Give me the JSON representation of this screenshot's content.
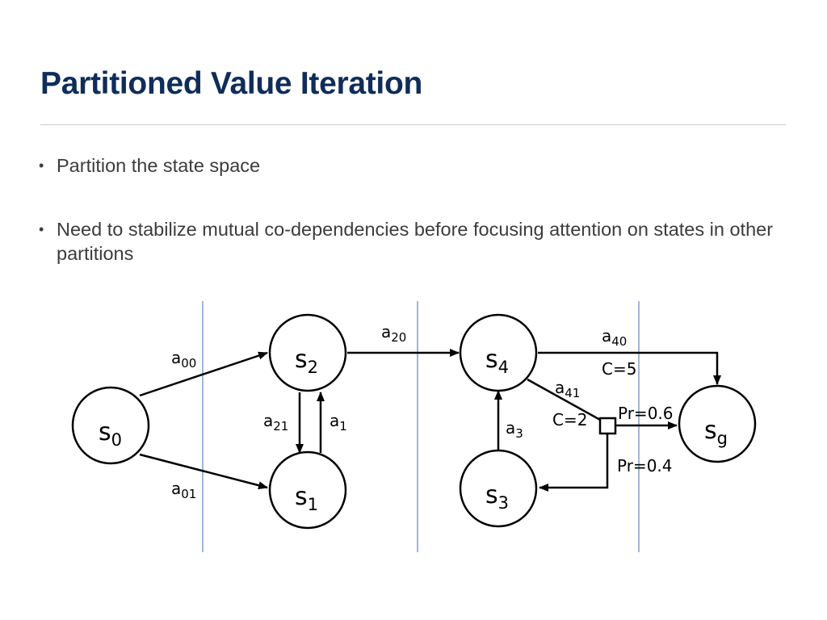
{
  "slide": {
    "title": "Partitioned Value Iteration",
    "bullets": [
      {
        "marker": "•",
        "text": "Partition the state space"
      },
      {
        "marker": "•",
        "text": "Need to stabilize mutual co-dependencies before focusing attention on states in other partitions"
      }
    ]
  },
  "diagram": {
    "nodes": [
      {
        "id": "s0",
        "base": "s",
        "sub": "0"
      },
      {
        "id": "s1",
        "base": "s",
        "sub": "1"
      },
      {
        "id": "s2",
        "base": "s",
        "sub": "2"
      },
      {
        "id": "s3",
        "base": "s",
        "sub": "3"
      },
      {
        "id": "s4",
        "base": "s",
        "sub": "4"
      },
      {
        "id": "sg",
        "base": "s",
        "sub": "g"
      }
    ],
    "edges": [
      {
        "id": "a00",
        "base": "a",
        "sub": "00"
      },
      {
        "id": "a01",
        "base": "a",
        "sub": "01"
      },
      {
        "id": "a21",
        "base": "a",
        "sub": "21"
      },
      {
        "id": "a1",
        "base": "a",
        "sub": "1"
      },
      {
        "id": "a20",
        "base": "a",
        "sub": "20"
      },
      {
        "id": "a40",
        "base": "a",
        "sub": "40"
      },
      {
        "id": "a41",
        "base": "a",
        "sub": "41"
      },
      {
        "id": "a3",
        "base": "a",
        "sub": "3"
      }
    ],
    "costs": {
      "a40": "C=5",
      "a41": "C=2"
    },
    "probabilities": {
      "to_sg": "Pr=0.6",
      "to_s3": "Pr=0.4"
    }
  }
}
